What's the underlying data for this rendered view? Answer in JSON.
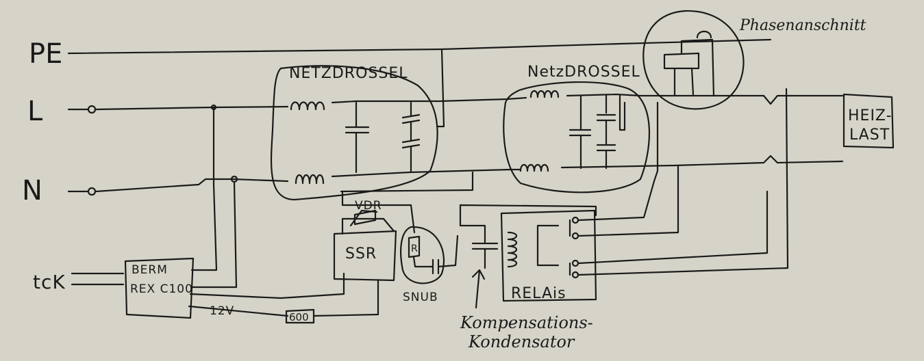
{
  "terminals": {
    "pe": "PE",
    "l": "L",
    "n": "N",
    "tck": "tcK"
  },
  "blocks": {
    "netzdrossel_1": "NETZDROSSEL",
    "netzdrossel_2": "NetzDROSSEL",
    "phasenanschnitt": "Phasenanschnitt",
    "heizlast_line1": "HEIZ-",
    "heizlast_line2": "LAST",
    "controller_line1": "BERM",
    "controller_line2": "REX C100",
    "ssr": "SSR",
    "vdr": "VDR",
    "snub": "SNUB",
    "snub_r": "R",
    "relais": "RELAis",
    "resistor_600": "600",
    "voltage_12v": "12V",
    "kompensation_line1": "Kompensations-",
    "kompensation_line2": "Kondensator"
  }
}
